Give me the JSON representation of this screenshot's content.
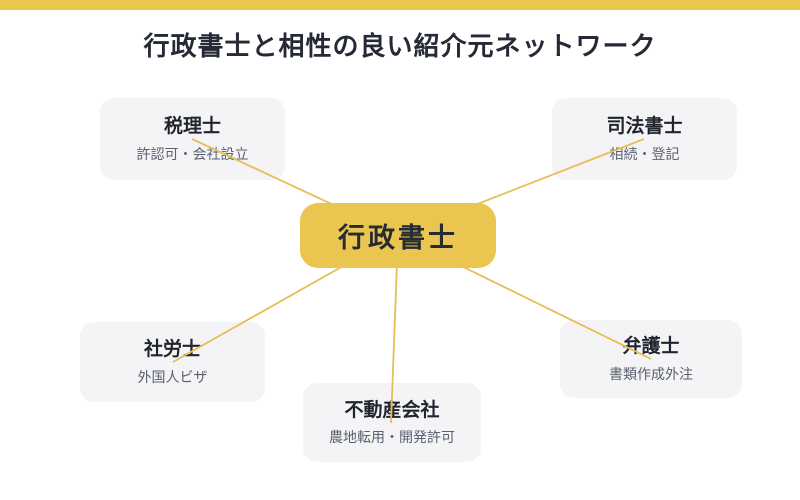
{
  "page": {
    "title": "行政書士と相性の良い紹介元ネットワーク",
    "colors": {
      "top_bar": "#e9c84d",
      "center_node_fill": "#eac54f",
      "edge_line": "#e5bf55",
      "card_bg": "#f4f4f6",
      "heading_text": "#252a36",
      "card_title_text": "#1f242e",
      "card_sub_text": "#5a6170"
    }
  },
  "center_node": {
    "label": "行政書士"
  },
  "nodes": [
    {
      "label": "税理士",
      "sub": "許認可・会社設立"
    },
    {
      "label": "司法書士",
      "sub": "相続・登記"
    },
    {
      "label": "社労士",
      "sub": "外国人ビザ"
    },
    {
      "label": "不動産会社",
      "sub": "農地転用・開発許可"
    },
    {
      "label": "弁護士",
      "sub": "書類作成外注"
    }
  ]
}
